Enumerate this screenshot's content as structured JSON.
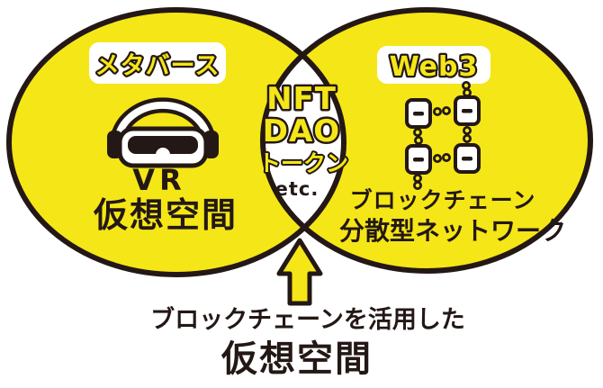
{
  "title": "メタバース と Web3 のベン図",
  "colors": {
    "yellow": "#f5e617",
    "ink": "#231815",
    "white": "#ffffff"
  },
  "left_circle": {
    "label": "メタバース",
    "icon": "vr-goggles-icon",
    "line1": "VR",
    "line2": "仮想空間"
  },
  "right_circle": {
    "label": "Web3",
    "icon": "blockchain-icon",
    "line1": "ブロックチェーン",
    "line2": "分散型ネットワーク"
  },
  "intersection": {
    "item1": "NFT",
    "item2": "DAO",
    "item3": "トークン",
    "suffix": "etc."
  },
  "callout": {
    "icon": "up-arrow-icon",
    "line1": "ブロックチェーンを活用した",
    "line2": "仮想空間"
  }
}
